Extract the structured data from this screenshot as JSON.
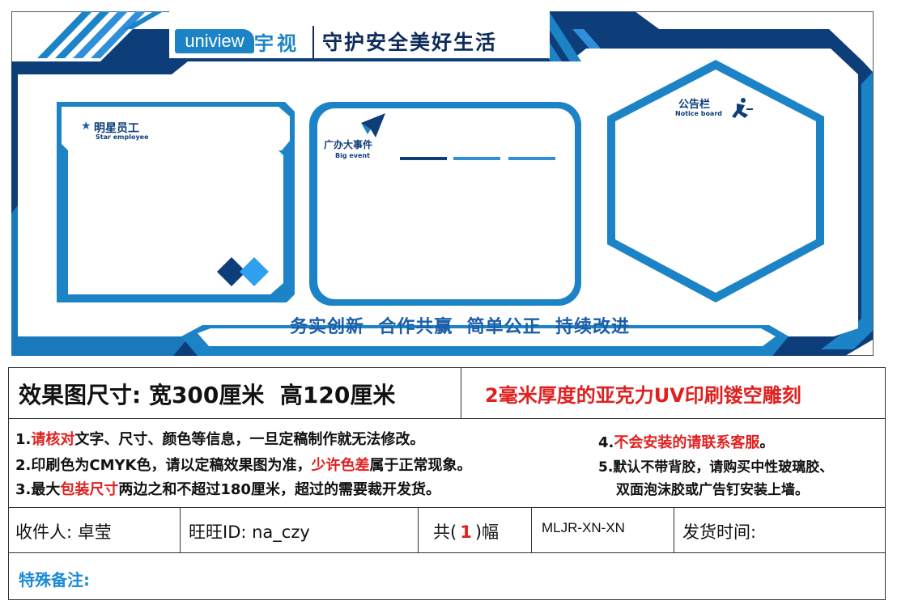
{
  "board": {
    "brand_en": "uniview",
    "brand_cn": "宇视",
    "slogan": "守护安全美好生活",
    "panels": {
      "star": {
        "title": "明星员工",
        "subtitle": "Star employee",
        "icon": "star-icon"
      },
      "event": {
        "title": "广办大事件",
        "subtitle": "Big event",
        "icon": "paper-plane-icon"
      },
      "notice": {
        "title": "公告栏",
        "subtitle": "Notice board",
        "icon": "running-figure-icon"
      }
    },
    "values": "务实创新  合作共赢  简单公正  持续改进"
  },
  "colors": {
    "dark_navy": "#0d3e7a",
    "blue": "#1c84c6",
    "light_blue": "#2f8fd8",
    "red": "#e02020",
    "cyan_label": "#1c8ad6"
  },
  "info": {
    "size_label": "效果图尺寸: 宽300厘米  高120厘米",
    "material": "2毫米厚度的亚克力UV印刷镂空雕刻",
    "notes": {
      "n1_a": "1.",
      "n1_red": "请核对",
      "n1_b": "文字、尺寸、颜色等信息，一旦定稿制作就无法修改。",
      "n2_a": "2.印刷色为CMYK色，请以定稿效果图为准，",
      "n2_red": "少许色差",
      "n2_b": "属于正常现象。",
      "n3_a": "3.最大",
      "n3_red": "包装尺寸",
      "n3_b": "两边之和不超过180厘米，超过的需要裁开发货。",
      "n4_a": "4.",
      "n4_red": "不会安装的请联系客服",
      "n4_b": "。",
      "n5_line1": "5.默认不带背胶，请购买中性玻璃胶、",
      "n5_line2": "双面泡沫胶或广告钉安装上墙。"
    },
    "recipient": "收件人: 卓莹",
    "wangwang": "旺旺ID:  na_czy",
    "count_prefix": "共(",
    "count": "1",
    "count_suffix": ")幅",
    "code": "MLJR-XN-XN",
    "ship_time": "发货时间:",
    "special": "特殊备注:"
  }
}
